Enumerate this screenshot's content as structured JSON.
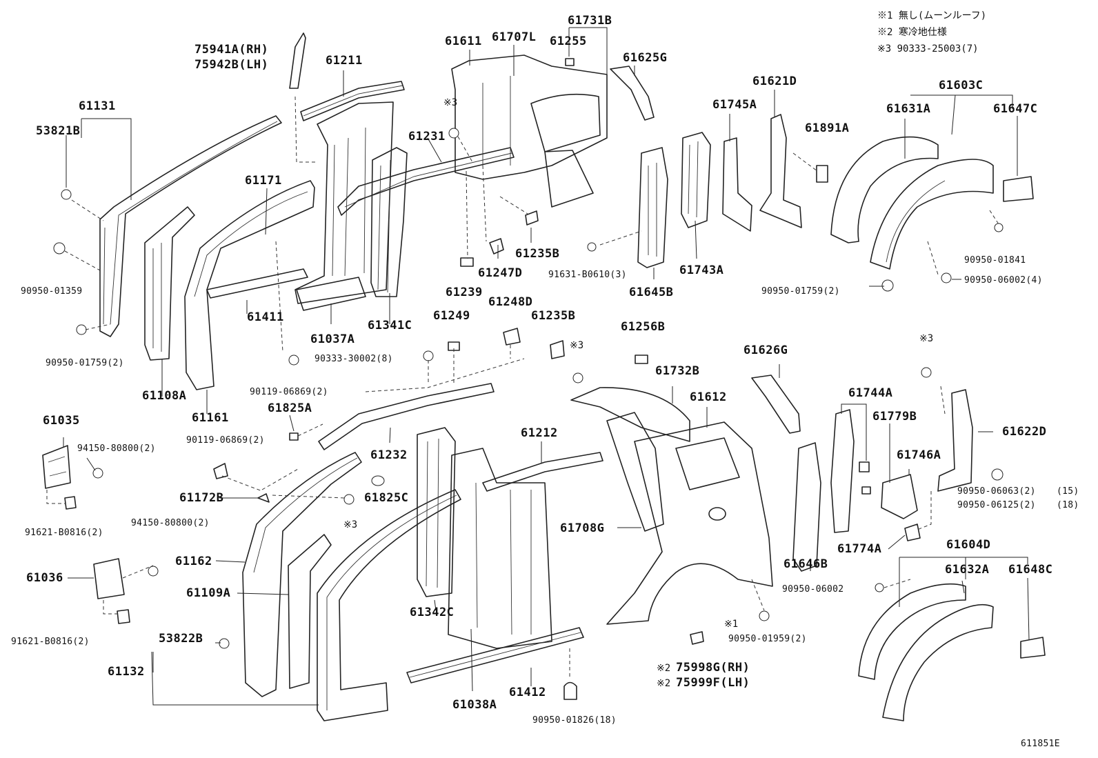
{
  "notes": [
    "※1 無し(ムーンルーフ)",
    "※2 寒冷地仕様",
    "※3 90333-25003(7)"
  ],
  "diagram_code": "611851E",
  "labels": {
    "l75941a": "75941A(RH)",
    "l75942b": "75942B(LH)",
    "l61211": "61211",
    "l61611": "61611",
    "l61707l": "61707L",
    "l61731b": "61731B",
    "l61255": "61255",
    "l61625g": "61625G",
    "l61131": "61131",
    "l53821b": "53821B",
    "lnote3a": "※3",
    "l61231": "61231",
    "l61621d": "61621D",
    "l61745a": "61745A",
    "l61891a": "61891A",
    "l61603c": "61603C",
    "l61631a": "61631A",
    "l61647c": "61647C",
    "l61171": "61171",
    "l61235b_1": "61235B",
    "l61247d": "61247D",
    "l91631b0610": "91631-B0610(3)",
    "l61743a": "61743A",
    "l90950_01841": "90950-01841",
    "l90950_01359": "90950-01359",
    "l61239": "61239",
    "l61645b": "61645B",
    "l90950_01759_r": "90950-01759(2)",
    "l90950_06002_4": "90950-06002(4)",
    "l61411": "61411",
    "l61037a": "61037A",
    "l61341c": "61341C",
    "l61248d": "61248D",
    "l61249": "61249",
    "l61235b_2": "61235B",
    "l61256b": "61256B",
    "l90950_01759_l": "90950-01759(2)",
    "l90333_30002": "90333-30002(8)",
    "lnote3b": "※3",
    "l61626g": "61626G",
    "lnote3c": "※3",
    "l61108a": "61108A",
    "l90119_06869_1": "90119-06869(2)",
    "l61732b": "61732B",
    "l61612": "61612",
    "l61161": "61161",
    "l61825a": "61825A",
    "l61744a": "61744A",
    "l61035": "61035",
    "l90119_06869_2": "90119-06869(2)",
    "l61212": "61212",
    "l61779b": "61779B",
    "l61622d": "61622D",
    "l94150_80800_1": "94150-80800(2)",
    "l61232": "61232",
    "l61746a": "61746A",
    "l61172b": "61172B",
    "l61825c": "61825C",
    "l90950_06063": "90950-06063(2)",
    "l90950_06063_s": "(15)",
    "l90950_06125": "90950-06125(2)",
    "l90950_06125_s": "(18)",
    "l94150_80800_2": "94150-80800(2)",
    "l91621b0816_1": "91621-B0816(2)",
    "lnote3d": "※3",
    "l61708g": "61708G",
    "l61774a": "61774A",
    "l61604d": "61604D",
    "l61162": "61162",
    "l61036": "61036",
    "l61109a": "61109A",
    "l61646b": "61646B",
    "l61632a": "61632A",
    "l61648c": "61648C",
    "l61342c": "61342C",
    "l90950_06002": "90950-06002",
    "l91621b0816_2": "91621-B0816(2)",
    "l53822b": "53822B",
    "lnote1": "※1",
    "l90950_01959": "90950-01959(2)",
    "l61132": "61132",
    "lnote2a": "※2",
    "l75998g": "75998G(RH)",
    "lnote2b": "※2",
    "l75999f": "75999F(LH)",
    "l61412": "61412",
    "l61038a": "61038A",
    "l90950_01826": "90950-01826(18)"
  }
}
